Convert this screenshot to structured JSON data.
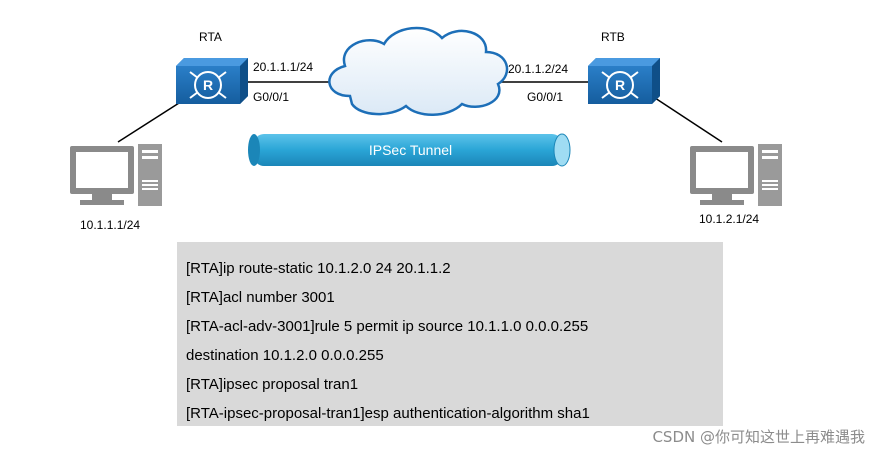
{
  "routers": {
    "rta": {
      "name": "RTA",
      "ip": "20.1.1.1/24",
      "interface": "G0/0/1"
    },
    "rtb": {
      "name": "RTB",
      "ip": "20.1.1.2/24",
      "interface": "G0/0/1"
    }
  },
  "hosts": {
    "left": {
      "ip": "10.1.1.1/24"
    },
    "right": {
      "ip": "10.1.2.1/24"
    }
  },
  "tunnel": {
    "label": "IPSec Tunnel"
  },
  "cli": {
    "lines": [
      "[RTA]ip route-static 10.1.2.0 24 20.1.1.2",
      "[RTA]acl number 3001",
      "[RTA-acl-adv-3001]rule 5 permit ip source 10.1.1.0 0.0.0.255",
      "destination 10.1.2.0 0.0.0.255",
      "[RTA]ipsec proposal tran1",
      "[RTA-ipsec-proposal-tran1]esp authentication-algorithm sha1"
    ]
  },
  "watermark": "CSDN @你可知这世上再难遇我",
  "colors": {
    "router_blue": "#1e73be",
    "tunnel_blue": "#2aa5d6",
    "cloud_stroke": "#1d6fb8",
    "computer_gray": "#8a8a8a"
  },
  "icons": {
    "router": "router-icon",
    "cloud": "cloud-icon",
    "computer": "computer-icon"
  }
}
